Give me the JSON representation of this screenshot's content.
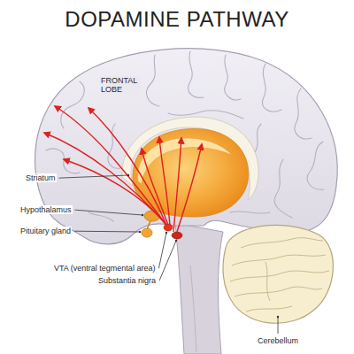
{
  "diagram": {
    "title": "DOPAMINE PATHWAY",
    "labels": [
      "FRONTAL LOBE",
      "Striatum",
      "Hypothalamus",
      "Pituitary gland",
      "VTA (ventral tegmental area)",
      "Substantia nigra",
      "Cerebellum"
    ]
  }
}
